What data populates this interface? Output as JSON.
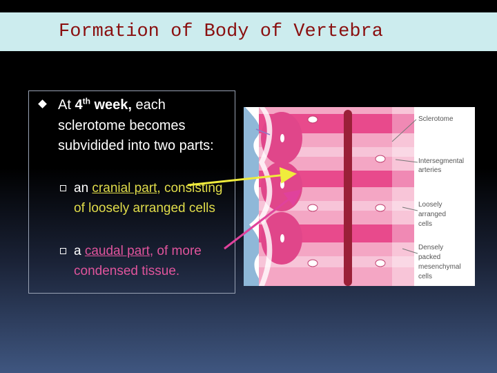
{
  "slide": {
    "title": "Formation of Body of Vertebra"
  },
  "content": {
    "intro_pre": "At ",
    "intro_bold": "4",
    "intro_sup": "th",
    "intro_bold2": " week,",
    "intro_post": " each sclerotome becomes subvidided into two parts:",
    "item1_pre": "an ",
    "item1_underlined": "cranial part",
    "item1_post": ", consisting of loosely arranged cells",
    "item2_pre": "a ",
    "item2_underlined": "caudal part",
    "item2_post": ", of more condensed tissue."
  },
  "diagram": {
    "label_sclerotome": "Sclerotome",
    "label_intersegmental_1": "Intersegmental",
    "label_intersegmental_2": "arteries",
    "label_loosely_1": "Loosely",
    "label_loosely_2": "arranged",
    "label_loosely_3": "cells",
    "label_densely_1": "Densely",
    "label_densely_2": "packed",
    "label_densely_3": "mesenchymal",
    "label_densely_4": "cells"
  },
  "colors": {
    "title_bg": "#ccecee",
    "title_text": "#8a1010",
    "yellow_arrow": "#f0ec3c",
    "pink_arrow": "#e0429c",
    "notochord": "#9a2038"
  }
}
